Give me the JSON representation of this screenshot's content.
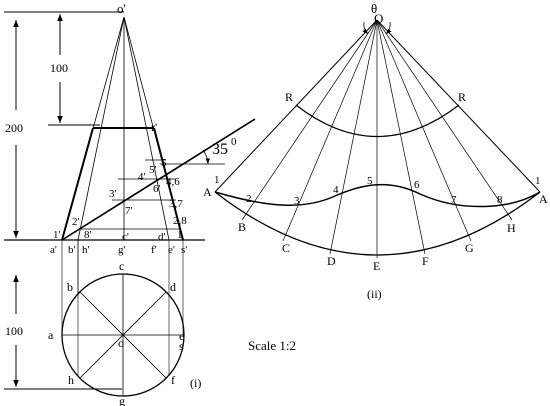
{
  "dimensions": {
    "total": "200",
    "upper": "100",
    "lower": "100"
  },
  "angle": {
    "value": "35",
    "unit": "0"
  },
  "front_view": {
    "apex": "o'",
    "r_prime": "r'",
    "section_points": [
      "1'",
      "2'",
      "8'",
      "3'",
      "7'",
      "4'",
      "5'",
      "6'"
    ],
    "right_labels": [
      "5",
      "4,6",
      "3,7",
      "2,8",
      "1"
    ],
    "base_labels": [
      "a'",
      "b'",
      "h'",
      "g'",
      "c'",
      "f'",
      "d'",
      "e'",
      "s'"
    ]
  },
  "top_view": {
    "center": "o",
    "points": [
      "a",
      "b",
      "c",
      "d",
      "e",
      "s",
      "f",
      "g",
      "h"
    ],
    "caption": "(i)"
  },
  "development": {
    "apex": "O",
    "theta": "θ",
    "r_labels": [
      "R",
      "R"
    ],
    "section_labels": [
      "1",
      "2",
      "3",
      "4",
      "5",
      "6",
      "7",
      "8",
      "1"
    ],
    "generator_labels": [
      "A",
      "B",
      "C",
      "D",
      "E",
      "F",
      "G",
      "H",
      "A"
    ],
    "caption": "(ii)"
  },
  "scale_text": "Scale 1:2"
}
